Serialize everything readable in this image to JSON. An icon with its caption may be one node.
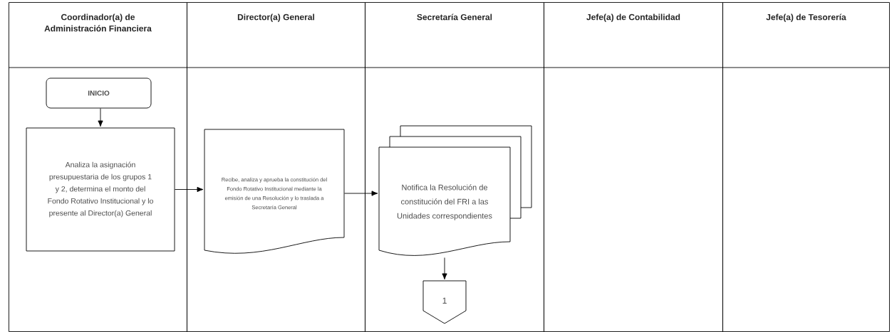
{
  "diagram": {
    "nodes": [
      {
        "text": [
          "Coordinador(a) de Administración Financiera"
        ]
      },
      {
        "text": [
          "Director(a) General"
        ]
      },
      {
        "text": [
          "Secretaría General"
        ]
      },
      {
        "text": [
          "Jefe(a) de Contabilidad"
        ]
      },
      {
        "text": [
          "Jefe(a) de Tesorería"
        ]
      },
      {
        "text": [
          "INICIO"
        ],
        "in": 0
      },
      {
        "text": [
          "Analiza la asignación presupuestaria de los grupos 1 y 2, determina el monto del Fondo Rotativo Institucional y lo presente al Director(a) General"
        ],
        "in": 0
      },
      {
        "text": [
          "Recibe, analiza y aprueba la constitución del Fondo Rotativo Institucional mediante la emisión de una Resolución y lo traslada a Secretaría General"
        ],
        "in": 1
      },
      {
        "text": [
          "Notifica la Resolución de constitución del FRI a las Unidades correspondientes"
        ],
        "in": 2
      },
      {
        "text": [
          "1"
        ],
        "in": 2
      }
    ],
    "edges": [
      {
        "from": 5,
        "to": 6,
        "arrow": "to"
      },
      {
        "from": 6,
        "to": 7,
        "arrow": "to"
      },
      {
        "from": 7,
        "to": 8,
        "arrow": "to"
      },
      {
        "from": 8,
        "to": 9,
        "arrow": "to"
      }
    ]
  }
}
